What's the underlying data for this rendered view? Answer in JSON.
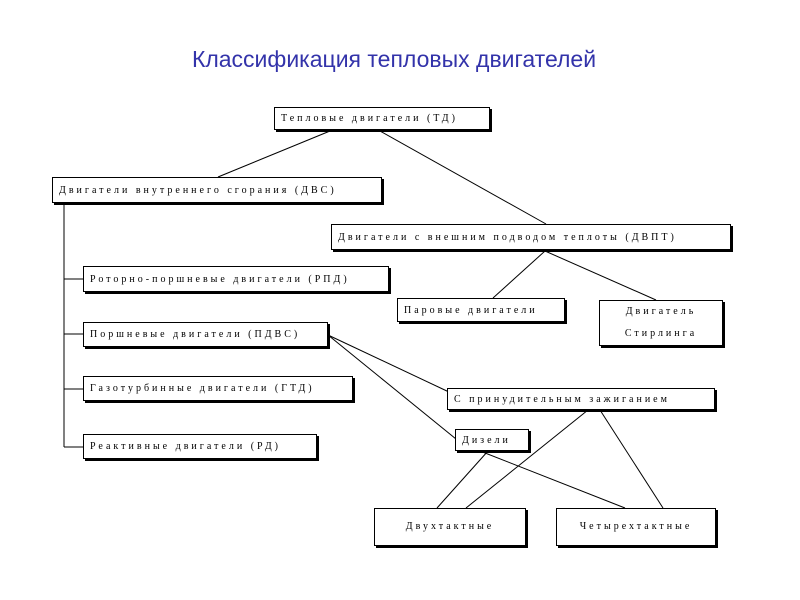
{
  "title": "Классификация тепловых двигателей",
  "nodes": {
    "root": "Тепловые двигатели (ТД)",
    "dvs": "Двигатели внутреннего сгорания (ДВС)",
    "dvpt": "Двигатели с внешним подводом теплоты (ДВПТ)",
    "rpd": "Роторно-поршневые двигатели (РПД)",
    "pdvs": "Поршневые двигатели (ПДВС)",
    "gtd": "Газотурбинные двигатели (ГТД)",
    "rd": "Реактивные двигатели (РД)",
    "steam": "Паровые двигатели",
    "stirling": "Двигатель Стирлинга",
    "forced": "С принудительным зажиганием",
    "diesel": "Дизели",
    "two": "Двухтактные",
    "four": "Четырехтактные"
  }
}
